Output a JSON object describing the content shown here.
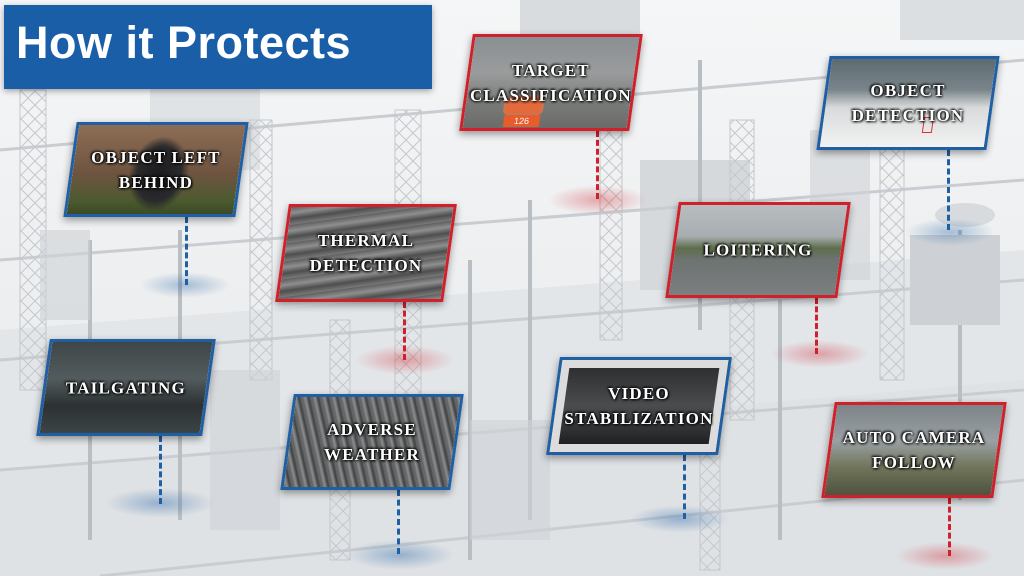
{
  "title": "How it Protects",
  "colors": {
    "title_bg": "#1a5ea8",
    "blue_frame": "#1f5fa3",
    "red_frame": "#d0202a"
  },
  "features": [
    {
      "id": "object-left-behind",
      "line1": "Object Left",
      "line2": "Behind",
      "frame": "blue"
    },
    {
      "id": "target-classification",
      "line1": "Target",
      "line2": "Classification",
      "frame": "red",
      "photo_text": "126"
    },
    {
      "id": "object-detection",
      "line1": "Object",
      "line2": "Detection",
      "frame": "blue"
    },
    {
      "id": "thermal-detection",
      "line1": "Thermal",
      "line2": "Detection",
      "frame": "red"
    },
    {
      "id": "loitering",
      "line1": "Loitering",
      "line2": "",
      "frame": "red"
    },
    {
      "id": "tailgating",
      "line1": "Tailgating",
      "line2": "",
      "frame": "blue"
    },
    {
      "id": "adverse-weather",
      "line1": "Adverse",
      "line2": "Weather",
      "frame": "blue"
    },
    {
      "id": "video-stabilization",
      "line1": "Video",
      "line2": "Stabilization",
      "frame": "blue"
    },
    {
      "id": "auto-camera-follow",
      "line1": "Auto Camera",
      "line2": "Follow",
      "frame": "red"
    }
  ]
}
